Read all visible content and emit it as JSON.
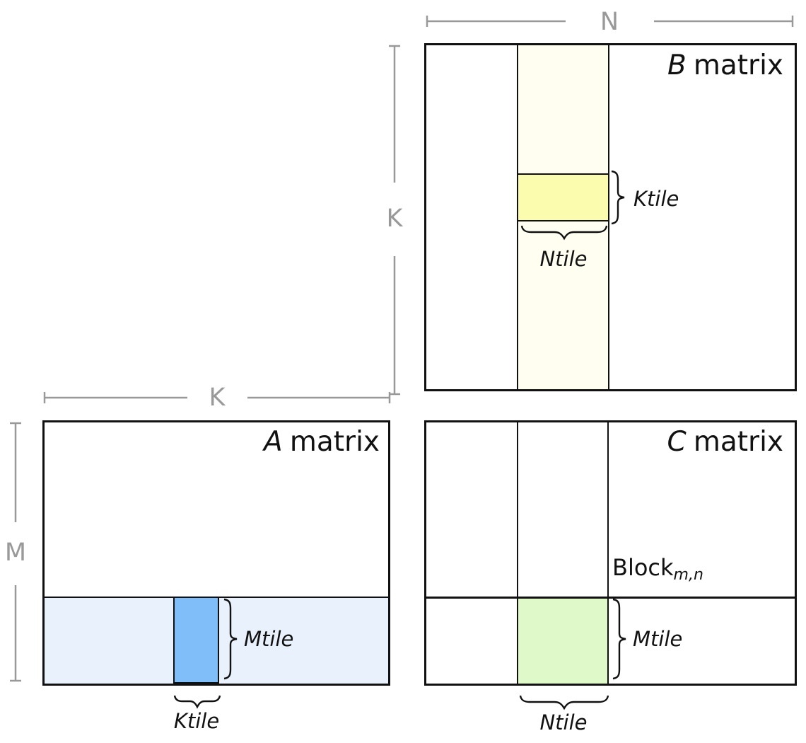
{
  "dimensions": {
    "n": "N",
    "k_beside_b": "K",
    "k_above_a": "K",
    "m": "M"
  },
  "matrix_b": {
    "name_letter": "B",
    "name_word": "matrix",
    "ktile_label": "Ktile",
    "ntile_label": "Ntile"
  },
  "matrix_a": {
    "name_letter": "A",
    "name_word": "matrix",
    "mtile_label": "Mtile",
    "ktile_label": "Ktile"
  },
  "matrix_c": {
    "name_letter": "C",
    "name_word": "matrix",
    "block_base": "Block",
    "block_subscript": "m,n",
    "mtile_label": "Mtile",
    "ntile_label": "Ntile"
  },
  "colors": {
    "b_column_band": "#FFFEF0",
    "b_ktile_fill": "#FCFCAE",
    "a_row_band": "#E9F2FC",
    "a_ktile_fill": "#7FBEF9",
    "c_block_fill": "#DFF9C8",
    "outline_black": "#111111",
    "dimension_gray": "#999999"
  }
}
